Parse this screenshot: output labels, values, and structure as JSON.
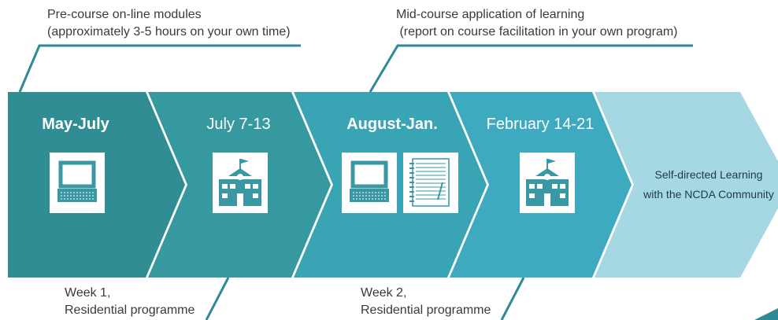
{
  "callouts": {
    "top_left": {
      "line1": "Pre-course on-line modules",
      "line2": "(approximately 3-5 hours on your own time)"
    },
    "top_right": {
      "line1": "Mid-course application of learning",
      "line2": " (report on course facilitation in your own program)"
    },
    "bottom_left": {
      "line1": "Week 1,",
      "line2": "Residential programme"
    },
    "bottom_right": {
      "line1": "Week 2,",
      "line2": "Residential programme"
    }
  },
  "steps": [
    {
      "label": "May-July",
      "icons": [
        "laptop-icon"
      ],
      "color": "#2f8d93"
    },
    {
      "label": "July 7-13",
      "icons": [
        "school-icon"
      ],
      "color": "#3799a0"
    },
    {
      "label": "August-Jan.",
      "icons": [
        "laptop-icon",
        "notebook-icon"
      ],
      "color": "#39a5b4"
    },
    {
      "label": "February 14-21",
      "icons": [
        "school-icon"
      ],
      "color": "#3daac0"
    }
  ],
  "final_step": {
    "line1": "Self-directed Learning",
    "line2": "with the NCDA Community",
    "color": "#a6d8e3"
  },
  "colors": {
    "callout_line": "#2e8a96",
    "icon_fill": "#3a97a4",
    "icon_bg": "#ffffff"
  }
}
